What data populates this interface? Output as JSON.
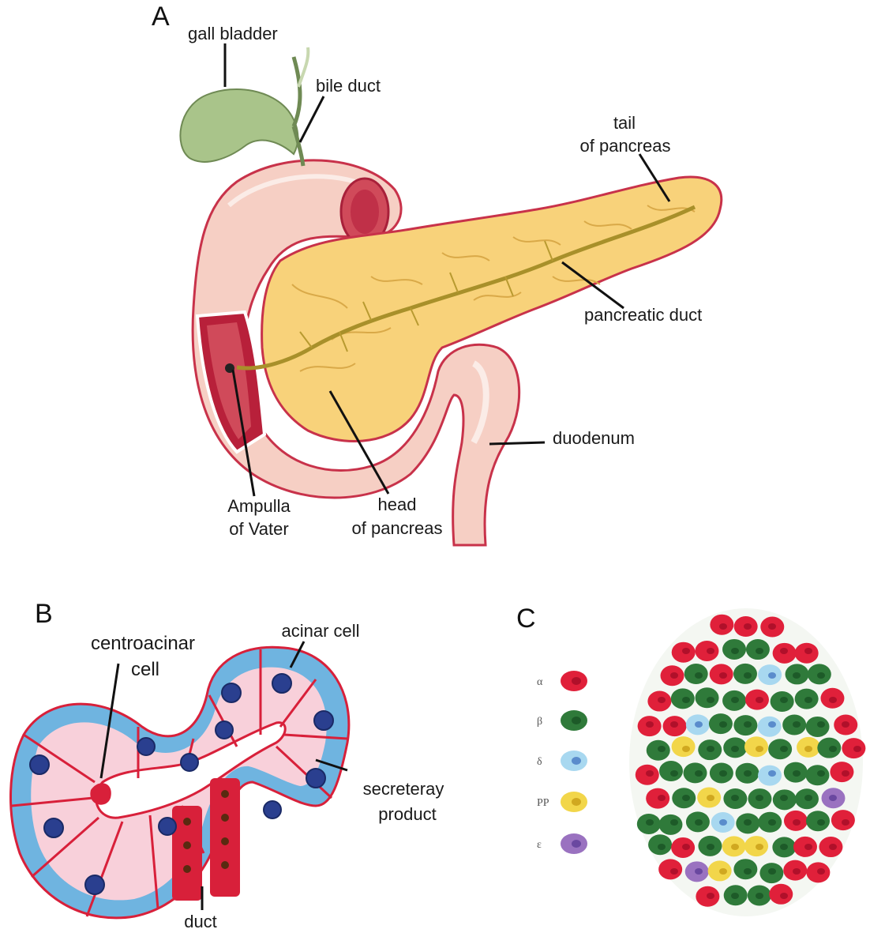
{
  "panels": {
    "a": {
      "letter": "A",
      "labels": {
        "gall_bladder": "gall bladder",
        "bile_duct": "bile duct",
        "tail_1": "tail",
        "tail_2": "of pancreas",
        "pancreatic_duct": "pancreatic duct",
        "duodenum": "duodenum",
        "ampulla_1": "Ampulla",
        "ampulla_2": "of Vater",
        "head_1": "head",
        "head_2": "of pancreas"
      }
    },
    "b": {
      "letter": "B",
      "labels": {
        "centroacinar_1": "centroacinar",
        "centroacinar_2": "cell",
        "acinar": "acinar cell",
        "secretory_1": "secreteray",
        "secretory_2": "product",
        "duct": "duct"
      }
    },
    "c": {
      "letter": "C",
      "legend": [
        {
          "symbol": "α",
          "color": "#e0203a",
          "nucleus": "#b0102a"
        },
        {
          "symbol": "β",
          "color": "#2f7a3a",
          "nucleus": "#1d5a28"
        },
        {
          "symbol": "δ",
          "color": "#a8d8f0",
          "nucleus": "#5a8ccc"
        },
        {
          "symbol": "PP",
          "color": "#f2d64a",
          "nucleus": "#d0a820"
        },
        {
          "symbol": "ε",
          "color": "#9a72c0",
          "nucleus": "#6a48a0"
        }
      ]
    }
  },
  "colors": {
    "duodenum_fill": "#f6cfc4",
    "duodenum_edge": "#c8324a",
    "pancreas_fill": "#f8d27a",
    "pancreas_edge": "#c8324a",
    "gall_bladder": "#a9c48a",
    "acinar_blue": "#6fb4e0",
    "acinar_pink": "#f8d0da",
    "duct_red": "#d8203a",
    "nucleus": "#2a3f8f"
  }
}
